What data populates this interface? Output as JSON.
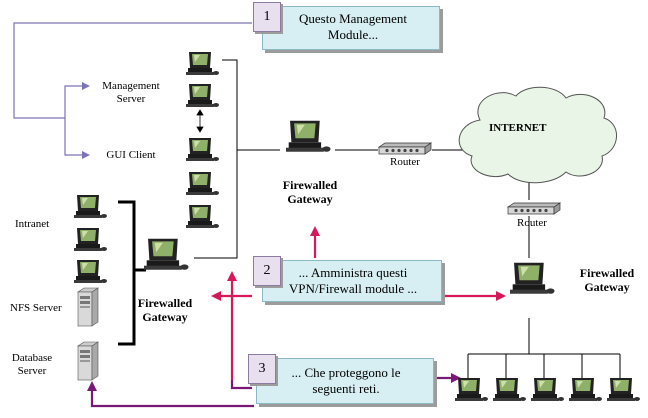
{
  "labels": {
    "management_server": "Management\nServer",
    "gui_client": "GUI Client",
    "intranet": "Intranet",
    "nfs_server": "NFS Server",
    "database_server": "Database\nServer",
    "firewalled_gateway_center": "Firewalled\nGateway",
    "firewalled_gateway_left": "Firewalled\nGateway",
    "firewalled_gateway_right": "Firewalled\nGateway",
    "router_top": "Router",
    "router_right": "Router",
    "internet": "INTERNET"
  },
  "callouts": [
    {
      "number": "1",
      "text": "Questo Management\nModule..."
    },
    {
      "number": "2",
      "text": "... Amministra questi\nVPN/Firewall module ..."
    },
    {
      "number": "3",
      "text": "... Che proteggono le\nseguenti reti."
    }
  ],
  "colors": {
    "arrow_red": "#d8185a",
    "arrow_purple": "#7a1878",
    "connector_purple": "#7b73b8",
    "line_dark": "#000000",
    "callout_fill": "#d7eef2",
    "number_fill": "#e8dfef",
    "cloud_fill": "#e9f5e6"
  }
}
